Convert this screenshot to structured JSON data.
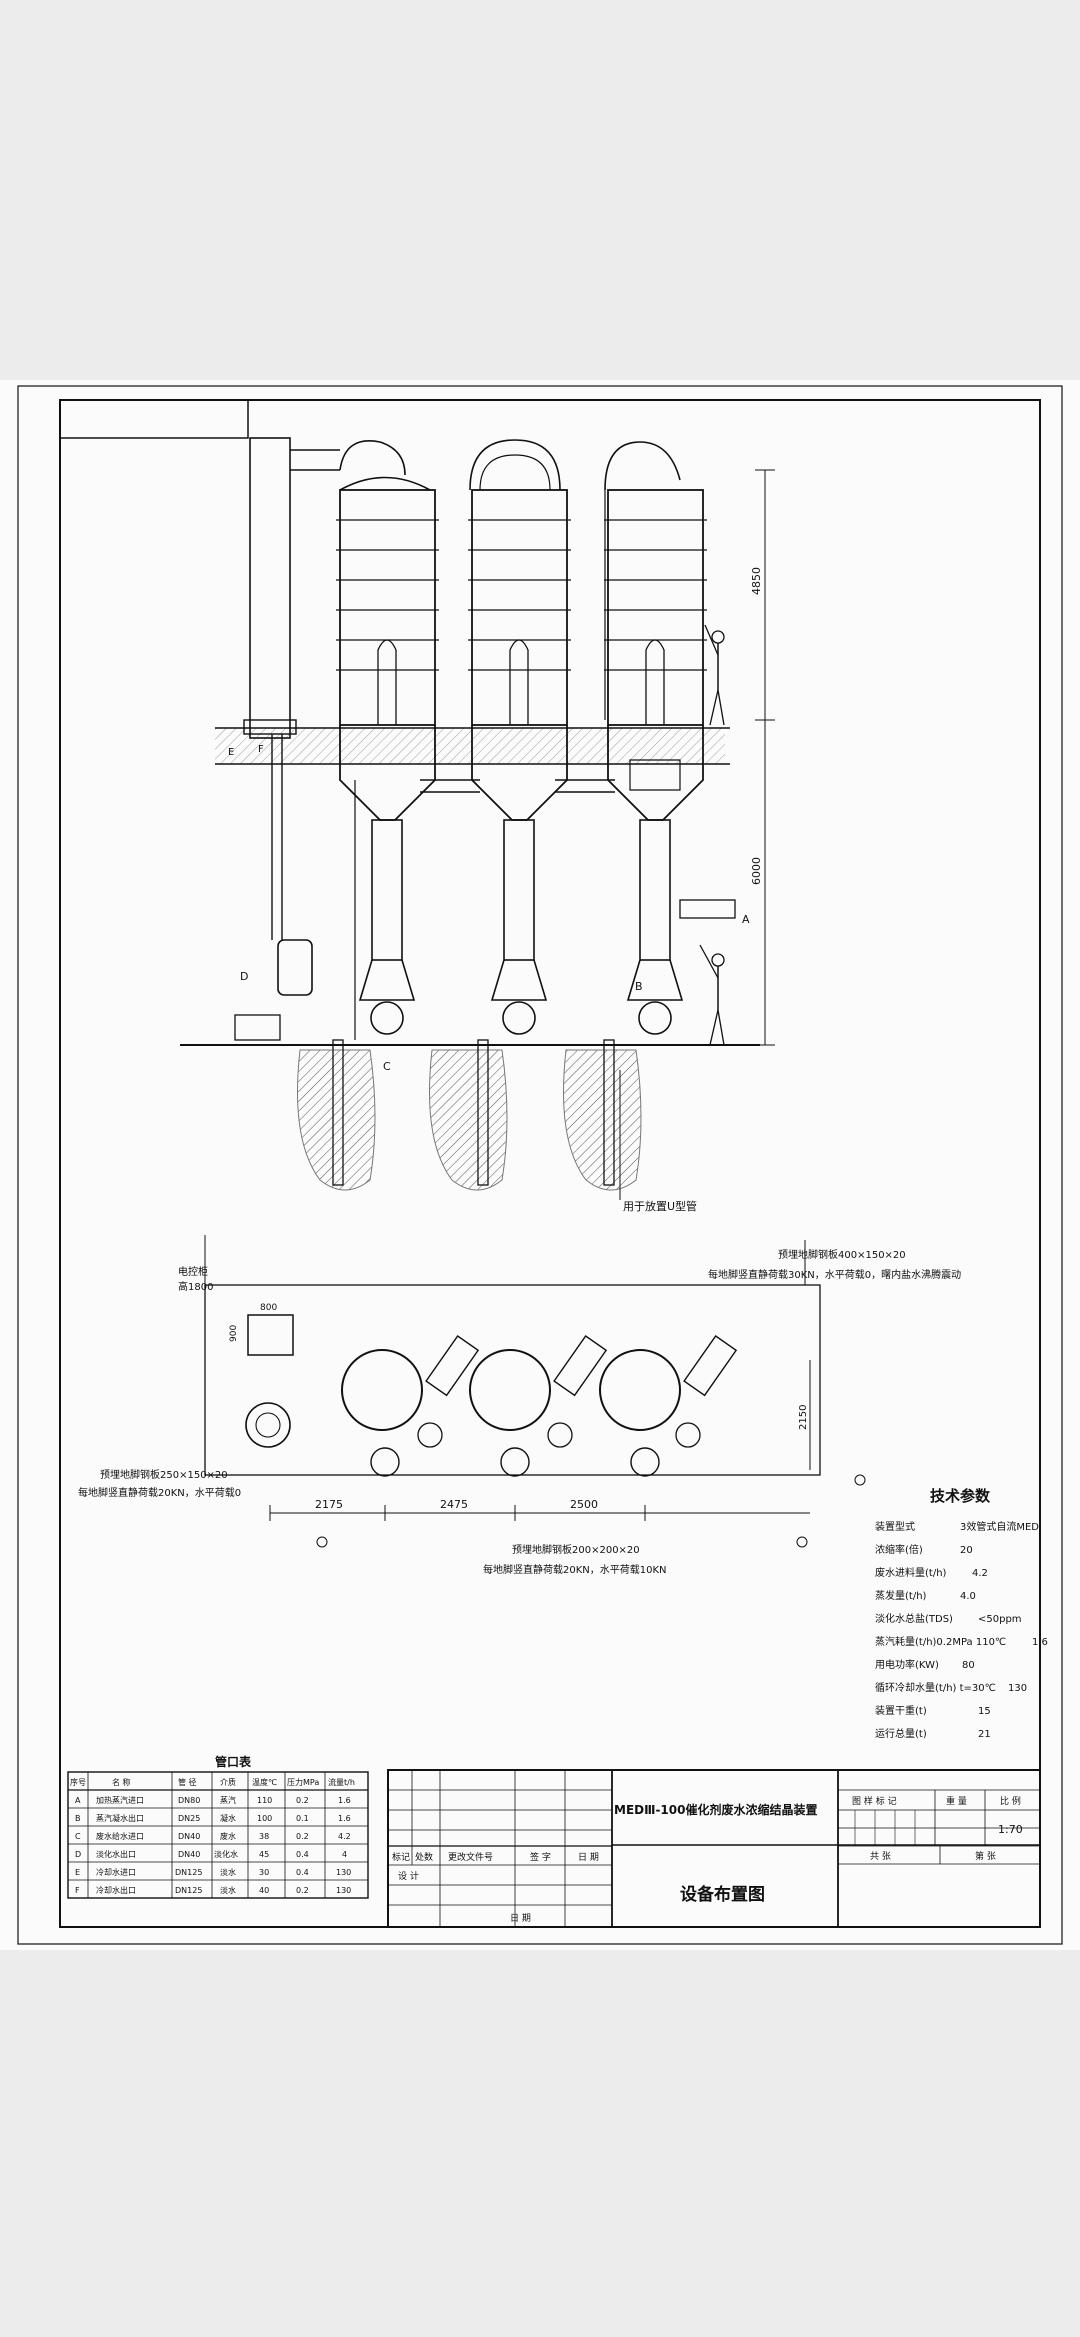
{
  "drawing": {
    "elevation": {
      "dim_upper": "4850",
      "dim_lower": "6000",
      "label_C": "C",
      "label_D": "D",
      "label_E": "E",
      "label_F": "F",
      "label_A": "A",
      "label_B": "B",
      "u_tube_note": "用于放置U型管"
    },
    "plan": {
      "note_plate_top_1": "预埋地脚钢板400×150×20",
      "note_plate_top_2": "每地脚竖直静荷载30KN，水平荷载0，曙内盐水沸腾震动",
      "cabinet_note_1": "电控柜",
      "cabinet_note_2": "高1800",
      "dim_800": "800",
      "dim_900": "900",
      "dim_2150": "2150",
      "note_plate_left_1": "预埋地脚钢板250×150×20",
      "note_plate_left_2": "每地脚竖直静荷载20KN，水平荷载0",
      "dim_2175": "2175",
      "dim_2475": "2475",
      "dim_2500": "2500",
      "note_plate_bottom_1": "预埋地脚钢板200×200×20",
      "note_plate_bottom_2": "每地脚竖直静荷载20KN，水平荷载10KN"
    },
    "tech_params": {
      "title": "技术参数",
      "rows": [
        [
          "装置型式",
          "3效管式自流MED"
        ],
        [
          "浓缩率(倍)",
          "20"
        ],
        [
          "废水进料量(t/h)",
          "4.2"
        ],
        [
          "蒸发量(t/h)",
          "4.0"
        ],
        [
          "淡化水总盐(TDS)",
          "<50ppm"
        ],
        [
          "蒸汽耗量(t/h)0.2MPa 110℃",
          "1.6"
        ],
        [
          "用电功率(KW)",
          "80"
        ],
        [
          "循环冷却水量(t/h) t=30℃",
          "130"
        ],
        [
          "装置干重(t)",
          "15"
        ],
        [
          "运行总量(t)",
          "21"
        ]
      ]
    },
    "nozzle_table": {
      "title": "管口表",
      "headers": [
        "序号",
        "名 称",
        "管 径",
        "介质",
        "温度℃",
        "压力MPa",
        "流量t/h"
      ],
      "rows": [
        [
          "A",
          "加热蒸汽进口",
          "DN80",
          "蒸汽",
          "110",
          "0.2",
          "1.6"
        ],
        [
          "B",
          "蒸汽凝水出口",
          "DN25",
          "凝水",
          "100",
          "0.1",
          "1.6"
        ],
        [
          "C",
          "废水给水进口",
          "DN40",
          "废水",
          "38",
          "0.2",
          "4.2"
        ],
        [
          "D",
          "淡化水出口",
          "DN40",
          "淡化水",
          "45",
          "0.4",
          "4"
        ],
        [
          "E",
          "冷却水进口",
          "DN125",
          "淡水",
          "30",
          "0.4",
          "130"
        ],
        [
          "F",
          "冷却水出口",
          "DN125",
          "淡水",
          "40",
          "0.2",
          "130"
        ]
      ]
    },
    "title_block": {
      "project": "MEDⅢ-100催化剂废水浓缩结晶装置",
      "drawing_name": "设备布置图",
      "col_mark": "标记",
      "col_count": "处数",
      "col_change_doc": "更改文件号",
      "col_sign": "签 字",
      "col_date": "日 期",
      "design": "设 计",
      "date": "日 期",
      "stage_mark": "图 样 标 记",
      "weight": "重 量",
      "scale_label": "比 例",
      "scale": "1:70",
      "total_sheets": "共  张",
      "sheet_no": "第  张"
    }
  }
}
